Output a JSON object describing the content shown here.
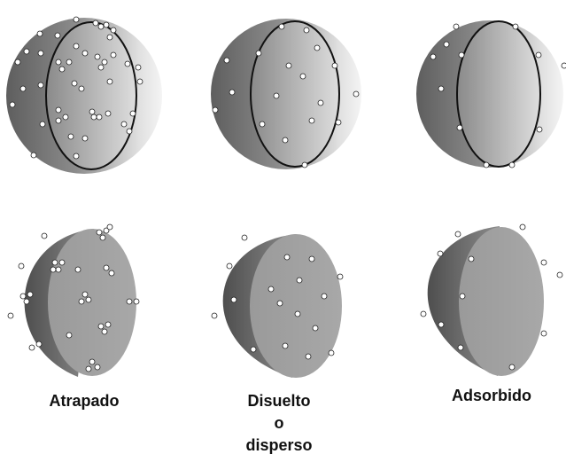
{
  "labels": {
    "trapped": "Atrapado",
    "dissolved_line1": "Disuelto",
    "dissolved_line2": "o",
    "dissolved_line3": "disperso",
    "adsorbed": "Adsorbido"
  },
  "colors": {
    "shell_light": "#f2f2f2",
    "shell_dark": "#5e5e5e",
    "face_light": "#d8d8d8",
    "face_dark": "#8a8a8a",
    "outline": "#111111",
    "particle_fill": "#ffffff",
    "particle_stroke": "#222222"
  }
}
